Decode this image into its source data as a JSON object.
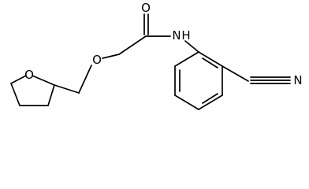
{
  "structure": {
    "kind": "skeletal-formula",
    "atom_labels": {
      "carbonyl_oxygen": "O",
      "amide_nitrogen": "N",
      "amide_hydrogen": "H",
      "ether_oxygen": "O",
      "ring_oxygen": "O",
      "nitrile_nitrogen": "N"
    }
  },
  "colors": {
    "bond": "#000000",
    "label": "#000000",
    "background": "#ffffff"
  }
}
